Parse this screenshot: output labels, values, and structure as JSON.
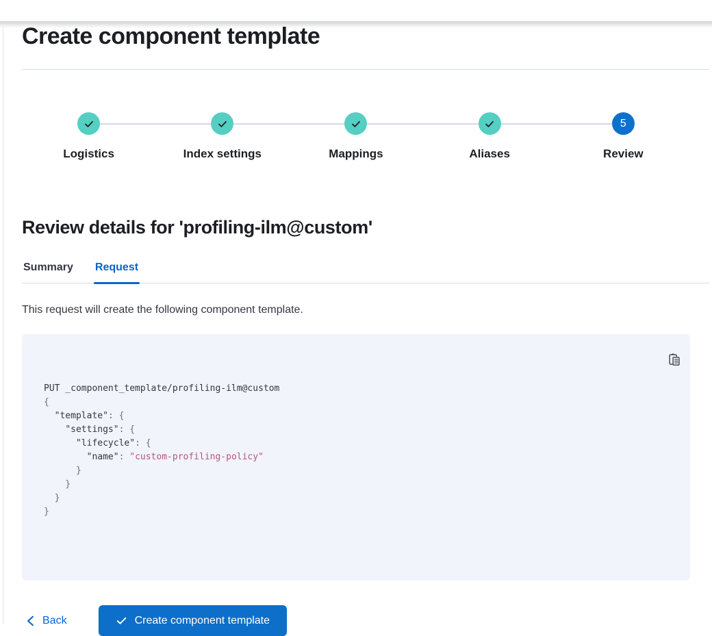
{
  "page": {
    "title": "Create component template"
  },
  "stepper": {
    "steps": [
      {
        "label": "Logistics",
        "status": "complete",
        "icon": "check-icon"
      },
      {
        "label": "Index settings",
        "status": "complete",
        "icon": "check-icon"
      },
      {
        "label": "Mappings",
        "status": "complete",
        "icon": "check-icon"
      },
      {
        "label": "Aliases",
        "status": "complete",
        "icon": "check-icon"
      },
      {
        "label": "Review",
        "status": "current",
        "number": "5"
      }
    ]
  },
  "review": {
    "heading": "Review details for 'profiling-ilm@custom'",
    "tabs": [
      {
        "label": "Summary",
        "active": false
      },
      {
        "label": "Request",
        "active": true
      }
    ],
    "description": "This request will create the following component template."
  },
  "code": {
    "copy_icon": "copy-clipboard-icon",
    "lines": [
      [
        {
          "t": "PUT _component_template/profiling-ilm@custom",
          "c": "d"
        }
      ],
      [
        {
          "t": "{",
          "c": "p"
        }
      ],
      [
        {
          "t": "  ",
          "c": "d"
        },
        {
          "t": "\"template\"",
          "c": "d"
        },
        {
          "t": ": ",
          "c": "p"
        },
        {
          "t": "{",
          "c": "p"
        }
      ],
      [
        {
          "t": "    ",
          "c": "d"
        },
        {
          "t": "\"settings\"",
          "c": "d"
        },
        {
          "t": ": ",
          "c": "p"
        },
        {
          "t": "{",
          "c": "p"
        }
      ],
      [
        {
          "t": "      ",
          "c": "d"
        },
        {
          "t": "\"lifecycle\"",
          "c": "d"
        },
        {
          "t": ": ",
          "c": "p"
        },
        {
          "t": "{",
          "c": "p"
        }
      ],
      [
        {
          "t": "        ",
          "c": "d"
        },
        {
          "t": "\"name\"",
          "c": "d"
        },
        {
          "t": ": ",
          "c": "p"
        },
        {
          "t": "\"custom-profiling-policy\"",
          "c": "s"
        }
      ],
      [
        {
          "t": "      }",
          "c": "p"
        }
      ],
      [
        {
          "t": "    }",
          "c": "p"
        }
      ],
      [
        {
          "t": "  }",
          "c": "p"
        }
      ],
      [
        {
          "t": "}",
          "c": "p"
        }
      ]
    ]
  },
  "footer": {
    "back_label": "Back",
    "create_label": "Create component template"
  },
  "colors": {
    "primary_blue": "#0d6fc9",
    "link_blue": "#0b63ce",
    "active_tab_blue": "#0b64cb",
    "success_teal": "#54cfc1",
    "heading_text": "#1d1e24",
    "body_text": "#343741",
    "code_background": "#f1f4fa",
    "code_punctuation": "#69707d",
    "code_string_pink": "#b9537e",
    "divider": "#d3dae6"
  }
}
